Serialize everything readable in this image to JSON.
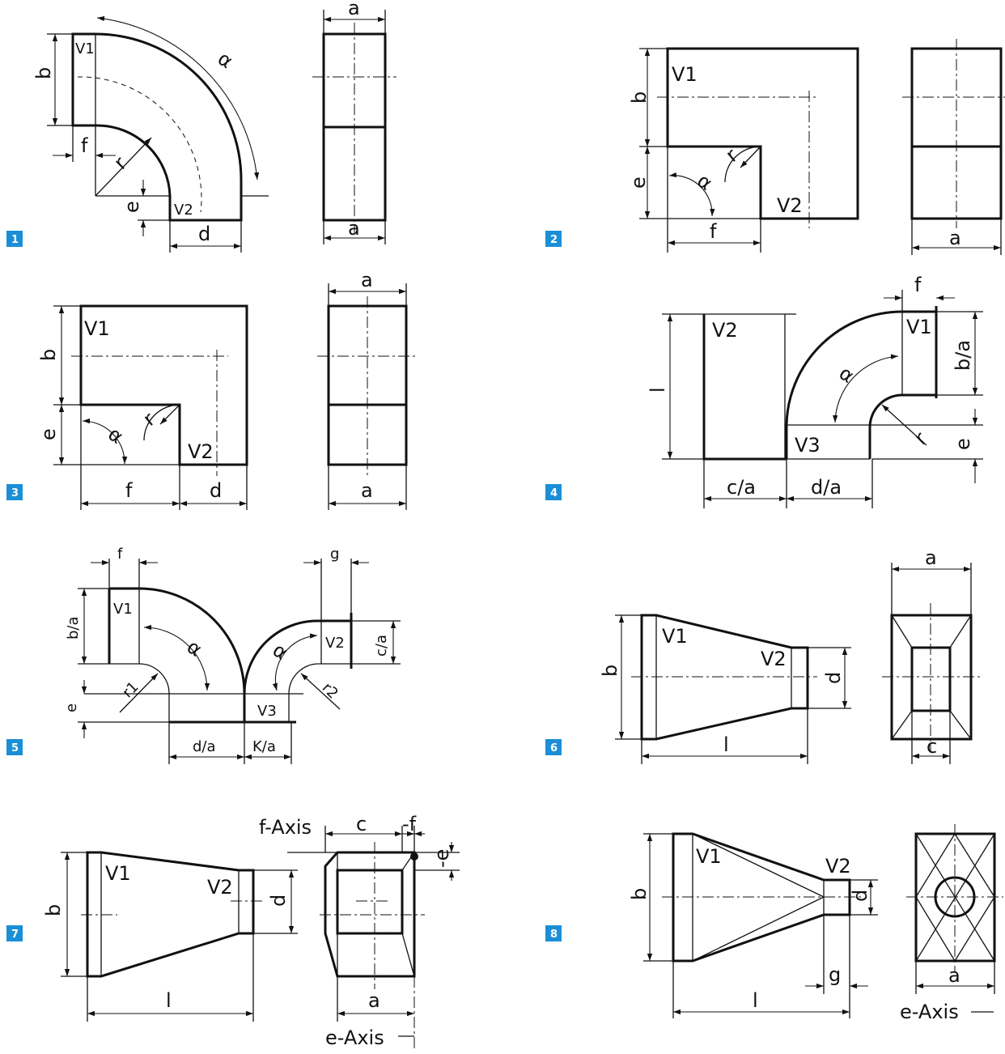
{
  "accent_color": "#1b8fd6",
  "figure_numbers": [
    "1",
    "2",
    "3",
    "4",
    "5",
    "6",
    "7",
    "8"
  ],
  "labels": {
    "a": "a",
    "b": "b",
    "c": "c",
    "d": "d",
    "e": "e",
    "f": "f",
    "g": "g",
    "l": "l",
    "r": "r",
    "alpha": "α",
    "V1": "V1",
    "V2": "V2",
    "V3": "V3",
    "b_a": "b/a",
    "c_a": "c/a",
    "d_a": "d/a",
    "K_a": "K/a",
    "r1": "r1",
    "r2": "r2",
    "f_axis": "f-Axis",
    "e_axis": "e-Axis",
    "neg_f": "-f",
    "neg_e": "-e"
  }
}
